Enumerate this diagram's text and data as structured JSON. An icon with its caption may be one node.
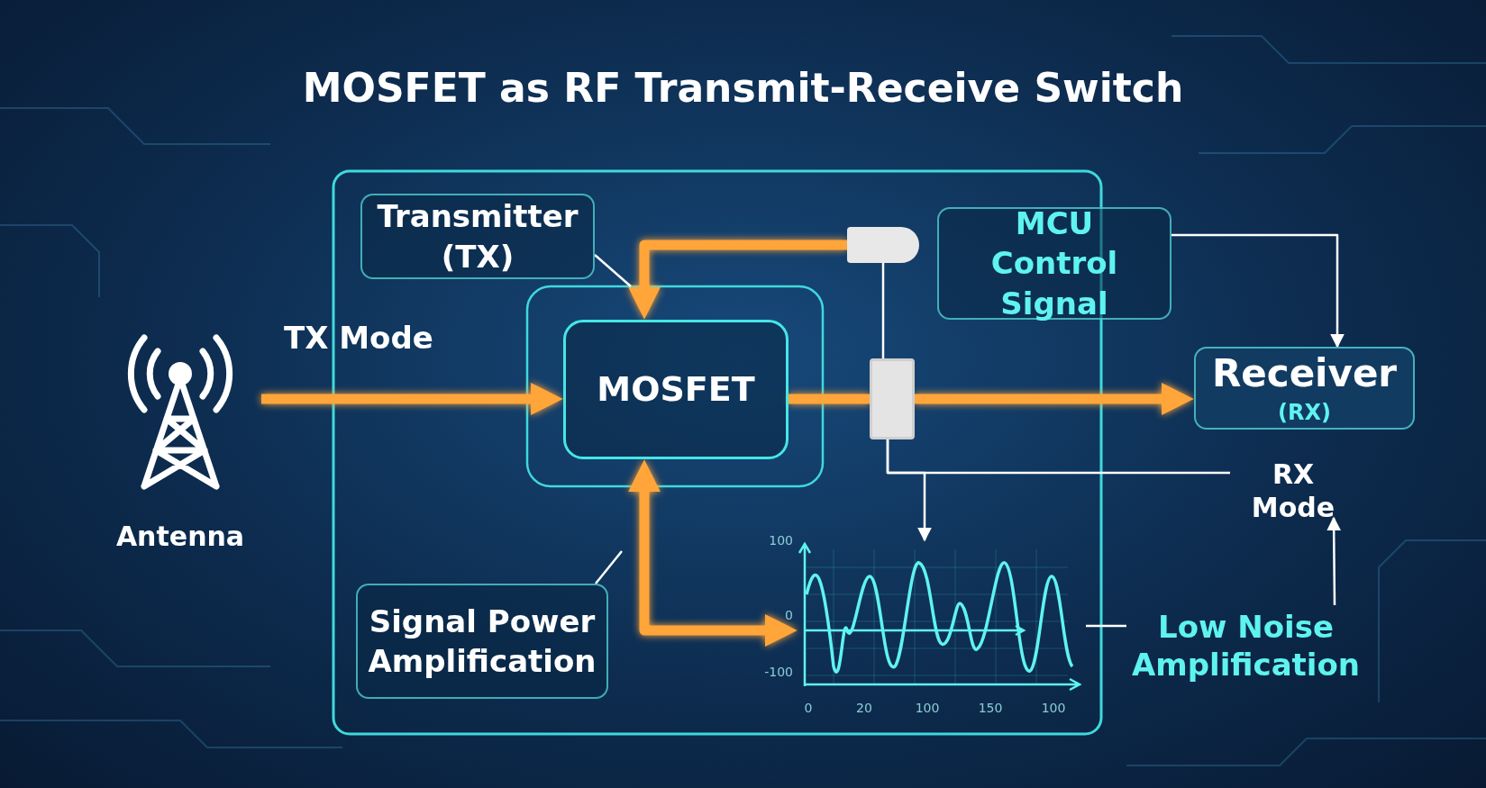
{
  "diagram": {
    "title": "MOSFET as RF Transmit-Receive Switch",
    "nodes": [
      {
        "text": [
          "Antenna"
        ]
      },
      {
        "text": [
          "Transmitter (TX)"
        ]
      },
      {
        "text": [],
        "shape": "box"
      },
      {
        "text": [
          "MOSFET"
        ]
      },
      {
        "text": [
          "MCU Control Signal"
        ]
      },
      {
        "text": [],
        "shape": "box"
      },
      {
        "text": [
          "Receiver",
          "(RX)"
        ]
      },
      {
        "text": [
          "RX Mode"
        ]
      },
      {
        "text": [],
        "shape": "chart"
      },
      {
        "text": [
          "Signal Power Amplification"
        ]
      },
      {
        "text": [
          "Low Noise Amplification"
        ]
      }
    ],
    "edges": [
      {
        "from": 0,
        "to": 3,
        "arrow": "to",
        "label": "TX Mode",
        "style": "thick",
        "color": "#ffa53a"
      },
      {
        "from": 2,
        "to": 3,
        "arrow": "to",
        "style": "thick",
        "color": "#ffa53a"
      },
      {
        "from": 1,
        "to": null,
        "arrow": "none"
      },
      {
        "from": 3,
        "to": 5,
        "arrow": "none",
        "style": "thick",
        "color": "#ffa53a"
      },
      {
        "from": 5,
        "to": 6,
        "arrow": "to",
        "style": "thick",
        "color": "#ffa53a"
      },
      {
        "from": 2,
        "to": 5,
        "arrow": "none"
      },
      {
        "from": 4,
        "to": 6,
        "arrow": "to"
      },
      {
        "from": 5,
        "to": 7,
        "arrow": "none"
      },
      {
        "from": 5,
        "to": 8,
        "arrow": "to"
      },
      {
        "from": 3,
        "to": 8,
        "arrow": "both",
        "style": "thick",
        "color": "#ffa53a"
      },
      {
        "from": 9,
        "to": null,
        "arrow": "none"
      },
      {
        "from": 8,
        "to": 10,
        "arrow": "none"
      },
      {
        "from": 10,
        "to": 7,
        "arrow": "to"
      }
    ],
    "labels": [
      "100",
      "0",
      "-100",
      "0",
      "20",
      "100",
      "150",
      "100"
    ]
  }
}
